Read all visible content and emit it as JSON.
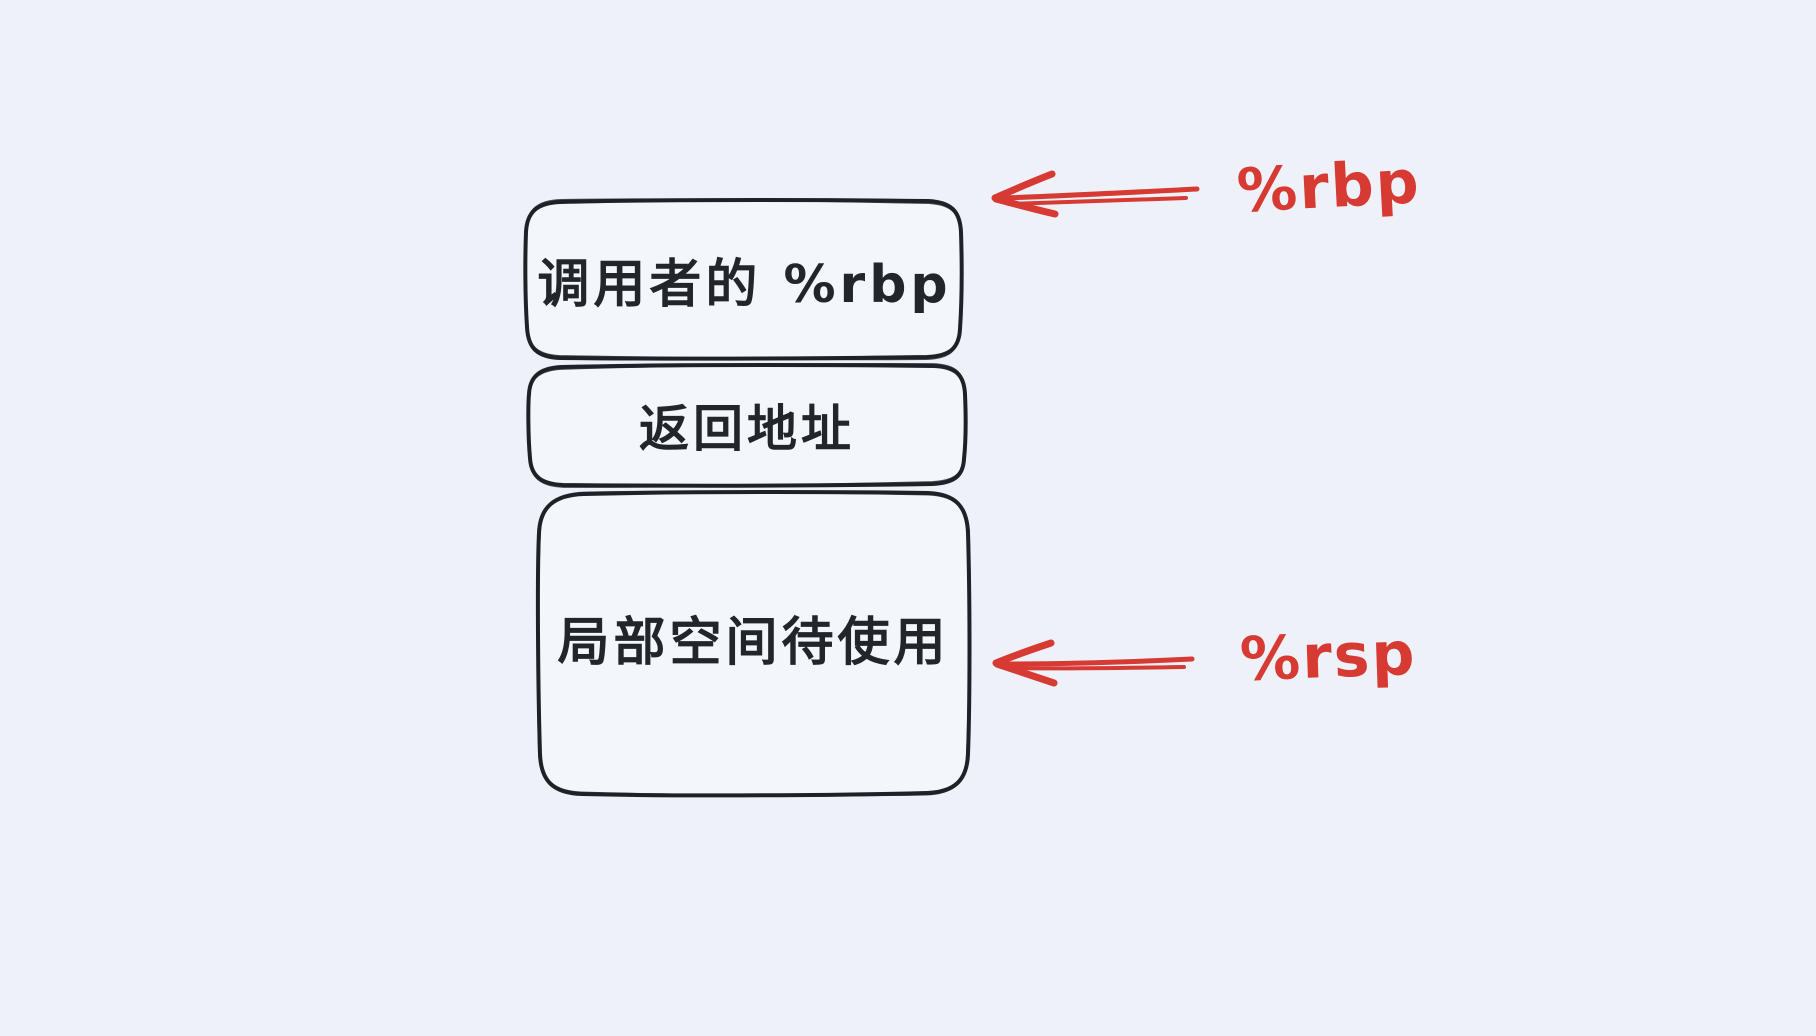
{
  "canvas": {
    "background": "#eef2f8",
    "stroke_color": "#1e2228",
    "accent_red": "#d63a33"
  },
  "stack_boxes": [
    {
      "label": "调用者的 %rbp"
    },
    {
      "label": "返回地址"
    },
    {
      "label": "局部空间待使用"
    }
  ],
  "pointers": [
    {
      "label": "%rbp",
      "icon": "arrow-left-icon"
    },
    {
      "label": "%rsp",
      "icon": "arrow-left-icon"
    }
  ]
}
